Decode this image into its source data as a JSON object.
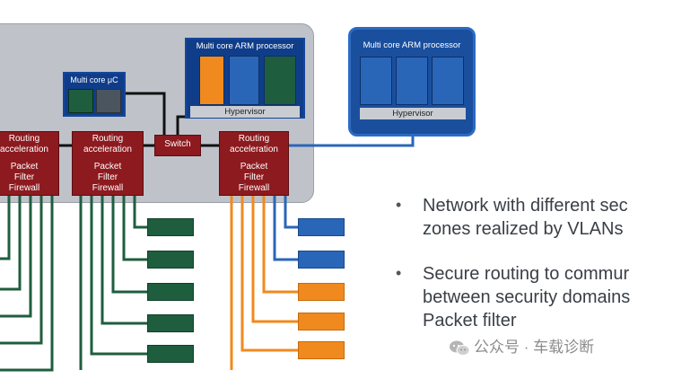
{
  "processors": {
    "left_title": "Multi core ARM processor",
    "right_title": "Multi core ARM processor",
    "hypervisor_left": "Hypervisor",
    "hypervisor_right": "Hypervisor"
  },
  "microcontroller": {
    "title": "Multi core μC"
  },
  "switch": {
    "label": "Switch"
  },
  "routers": [
    {
      "line1": "Routing",
      "line2": "acceleration",
      "line3": "Packet",
      "line4": "Filter",
      "line5": "Firewall"
    },
    {
      "line1": "Routing",
      "line2": "acceleration",
      "line3": "Packet",
      "line4": "Filter",
      "line5": "Firewall"
    },
    {
      "line1": "Routing",
      "line2": "acceleration",
      "line3": "Packet",
      "line4": "Filter",
      "line5": "Firewall"
    }
  ],
  "bullets": [
    {
      "line1": "Network with different sec",
      "line2": "zones realized by VLANs"
    },
    {
      "line1": "Secure routing to commur",
      "line2": "between security domains",
      "line3": "Packet filter"
    }
  ],
  "watermark": {
    "text": "公众号 · 车载诊断"
  },
  "colors": {
    "router": "#8c1a1f",
    "processor": "#0f3d8a",
    "green_vlan": "#1e5e3e",
    "blue_vlan": "#2a66b8",
    "orange_vlan": "#f08a1e"
  }
}
